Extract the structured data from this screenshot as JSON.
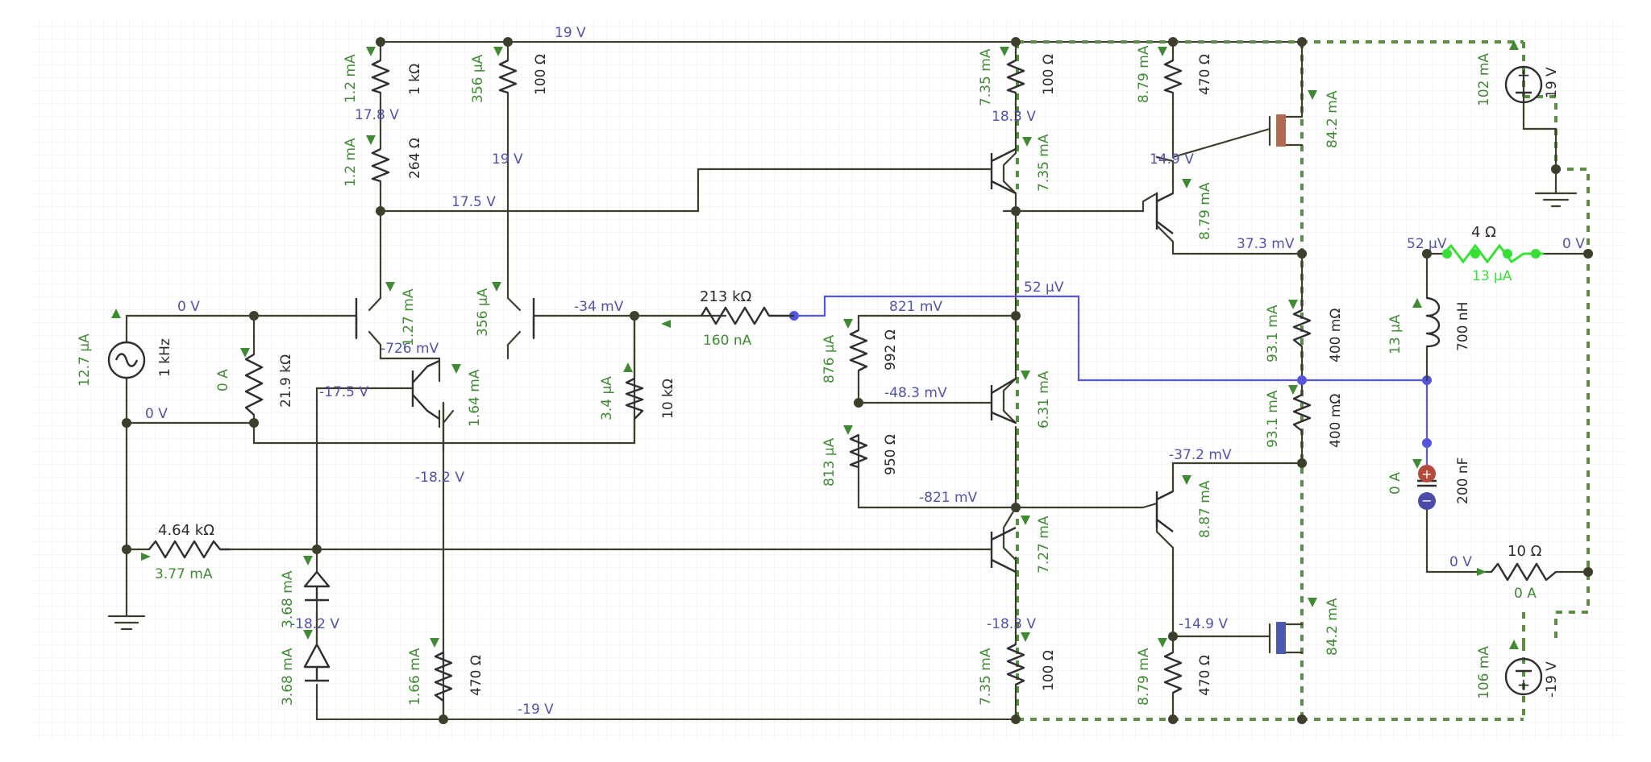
{
  "colors": {
    "wire": "#3e3e2c",
    "power_rail": "#5d8e46",
    "voltage_text": "#5252a8",
    "current_text": "#3f8a33",
    "probe_wire": "#5555dd",
    "highlight": "#36e036",
    "grid": "#eeeeee"
  },
  "voltages": {
    "v_top_rail": "19 V",
    "v_r1_bottom": "17.8 V",
    "v_q_collector": "19 V",
    "v_17_5": "17.5 V",
    "v_in": "0 V",
    "v_gnd_node": "0 V",
    "v_tail": "-726 mV",
    "v_minus17_5": "-17.5 V",
    "v_feedback": "-34 mV",
    "v_minus18_2_bias": "-18.2 V",
    "v_minus18_2_diode": "-18.2 V",
    "v_bot_rail": "-19 V",
    "v_18_3": "18.3 V",
    "v_52u_probe": "52 μV",
    "v_821": "821 mV",
    "v_minus48_3": "-48.3 mV",
    "v_minus821": "-821 mV",
    "v_minus18_3": "-18.3 V",
    "v_14_9": "14.9 V",
    "v_37_3": "37.3 mV",
    "v_minus37_2": "-37.2 mV",
    "v_minus14_9": "-14.9 V",
    "v_52u_load": "52 μV",
    "v_out_zero": "0 V",
    "v_rload_zero": "0 V"
  },
  "currents": {
    "i_r1": "1.2 mA",
    "i_r2": "1.2 mA",
    "i_r3": "356 μA",
    "i_q1": "1.27 mA",
    "i_q2": "356 μA",
    "i_q3": "1.64 mA",
    "i_src": "12.7 μA",
    "i_rin": "0 A",
    "i_10k": "3.4 μA",
    "i_213k": "160 nA",
    "i_464": "3.77 mA",
    "i_d1": "3.68 mA",
    "i_d2": "3.68 mA",
    "i_r470a": "1.66 mA",
    "i_r100a": "7.35 mA",
    "i_q4": "7.35 mA",
    "i_992": "876 μA",
    "i_950": "813 μA",
    "i_q5": "6.31 mA",
    "i_q6": "7.27 mA",
    "i_r100b": "7.35 mA",
    "i_r470b": "8.79 mA",
    "i_q7": "8.79 mA",
    "i_q8": "8.87 mA",
    "i_r470c": "8.79 mA",
    "i_m1": "84.2 mA",
    "i_m2": "84.2 mA",
    "i_rs1": "93.1 mA",
    "i_rs2": "93.1 mA",
    "i_vpos": "102 mA",
    "i_vneg": "106 mA",
    "i_l": "13 μA",
    "i_c": "0 A",
    "i_4ohm": "13 μA",
    "i_10ohm": "0 A"
  },
  "values": {
    "r1": "1 kΩ",
    "r2": "264 Ω",
    "r3": "100 Ω",
    "rin": "21.9 kΩ",
    "r10k": "10 kΩ",
    "r213k": "213 kΩ",
    "r464": "4.64 kΩ",
    "r470a": "470 Ω",
    "src_freq": "1 kHz",
    "r100a": "100 Ω",
    "r992": "992 Ω",
    "r950": "950 Ω",
    "r100b": "100 Ω",
    "r470b": "470 Ω",
    "r470c": "470 Ω",
    "rs1": "400 mΩ",
    "rs2": "400 mΩ",
    "vpos": "19 V",
    "vneg": "-19 V",
    "r4": "4 Ω",
    "l": "700 nH",
    "c": "200 nF",
    "r10": "10 Ω"
  }
}
